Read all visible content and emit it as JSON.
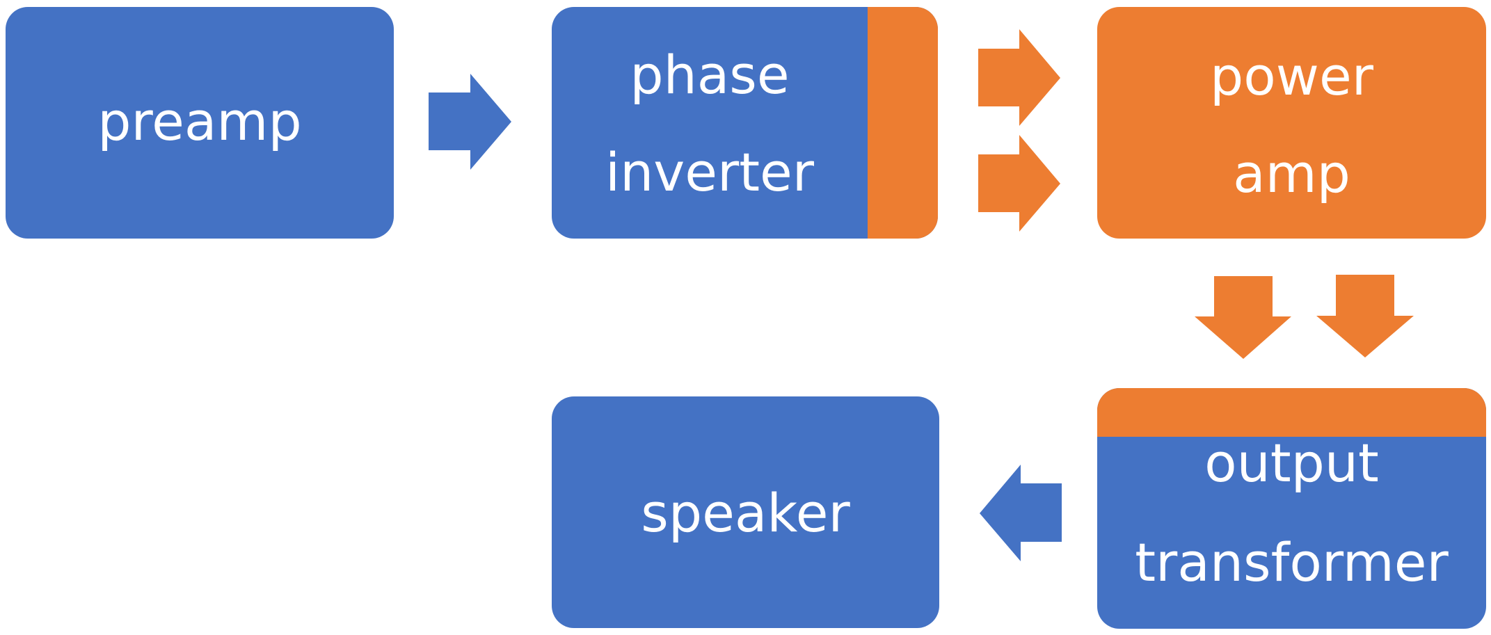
{
  "colors": {
    "blue": "#4472c4",
    "orange": "#ed7d31",
    "text": "#ffffff",
    "background": "#ffffff"
  },
  "boxes": {
    "preamp": {
      "line1": "preamp"
    },
    "phase_inverter": {
      "line1": "phase",
      "line2": "inverter"
    },
    "power_amp": {
      "line1": "power",
      "line2": "amp"
    },
    "output_transformer": {
      "line1": "output",
      "line2": "transformer"
    },
    "speaker": {
      "line1": "speaker"
    }
  }
}
